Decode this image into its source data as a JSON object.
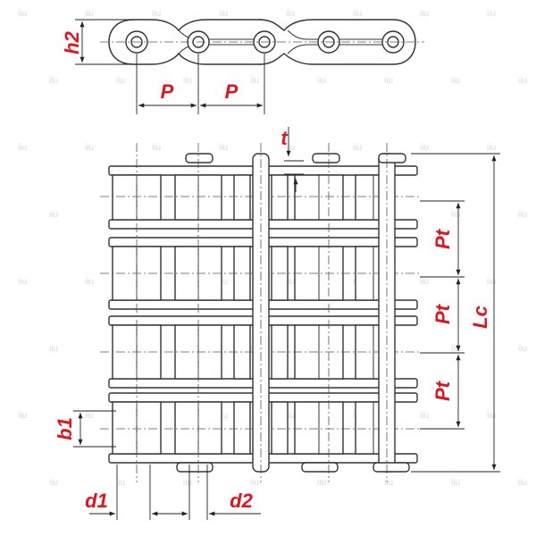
{
  "labels": {
    "h2": "h2",
    "p_left": "P",
    "p_right": "P",
    "t": "t",
    "pt_top": "Pt",
    "pt_mid": "Pt",
    "pt_bottom": "Pt",
    "lc": "Lc",
    "b1": "b1",
    "d1": "d1",
    "d2": "d2"
  },
  "watermark": "iiu",
  "colors": {
    "label": "#e0141e",
    "line": "#333333",
    "watermark": "#d9d9d9"
  }
}
